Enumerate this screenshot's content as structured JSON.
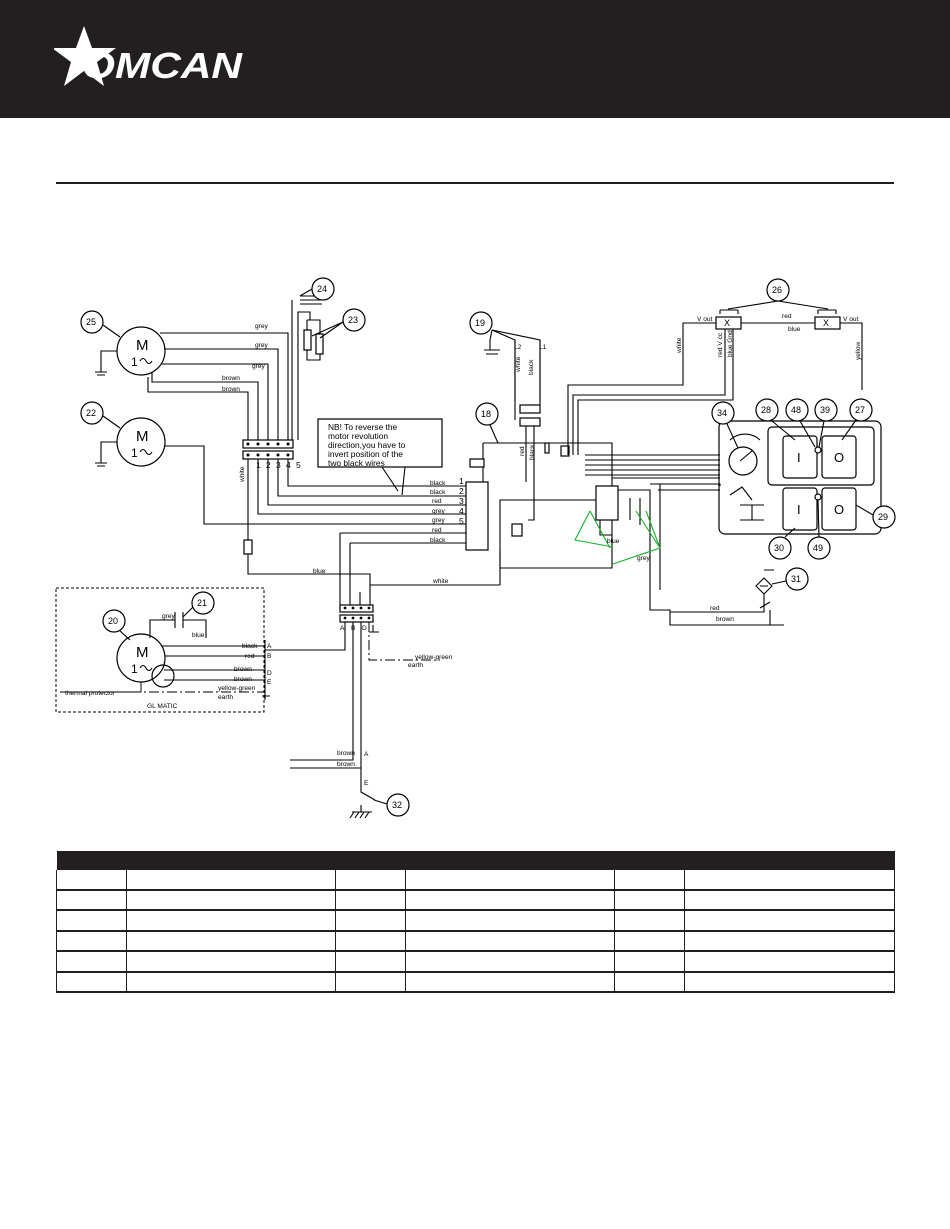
{
  "brand": {
    "logo_text": "OMCAN",
    "header_color": "#231f20"
  },
  "schematic": {
    "callouts": [
      "25",
      "22",
      "24",
      "23",
      "19",
      "18",
      "26",
      "34",
      "28",
      "48",
      "39",
      "27",
      "29",
      "30",
      "49",
      "31",
      "20",
      "21",
      "32"
    ],
    "note": [
      "NB! To reverse the",
      "motor revolution",
      "direction,you have to",
      "invert position of the",
      "two black wires"
    ],
    "motor_symbol": {
      "letter": "M",
      "phase": "1"
    },
    "wire_labels": {
      "grey": "grey",
      "brown": "brown",
      "white": "white",
      "black": "black",
      "red": "red",
      "blue": "blue",
      "yellow": "yellow",
      "yellow_green": "yellow-green",
      "earth": "earth",
      "v_out": "V out",
      "red_vcc": "red V cc",
      "blue_gnd": "blue Gnd",
      "l1": "L1",
      "l2": "L2"
    },
    "terminal_numbers": [
      "1",
      "2",
      "3",
      "4",
      "5"
    ],
    "terminal_letters": [
      "A",
      "B",
      "D",
      "E"
    ],
    "switch_on": "I",
    "switch_off": "O",
    "relay_mark": "X",
    "thermal_protector": "thermal protector",
    "gl_matic": "GL MATIC"
  },
  "table": {
    "columns": 6,
    "rows": 6
  }
}
